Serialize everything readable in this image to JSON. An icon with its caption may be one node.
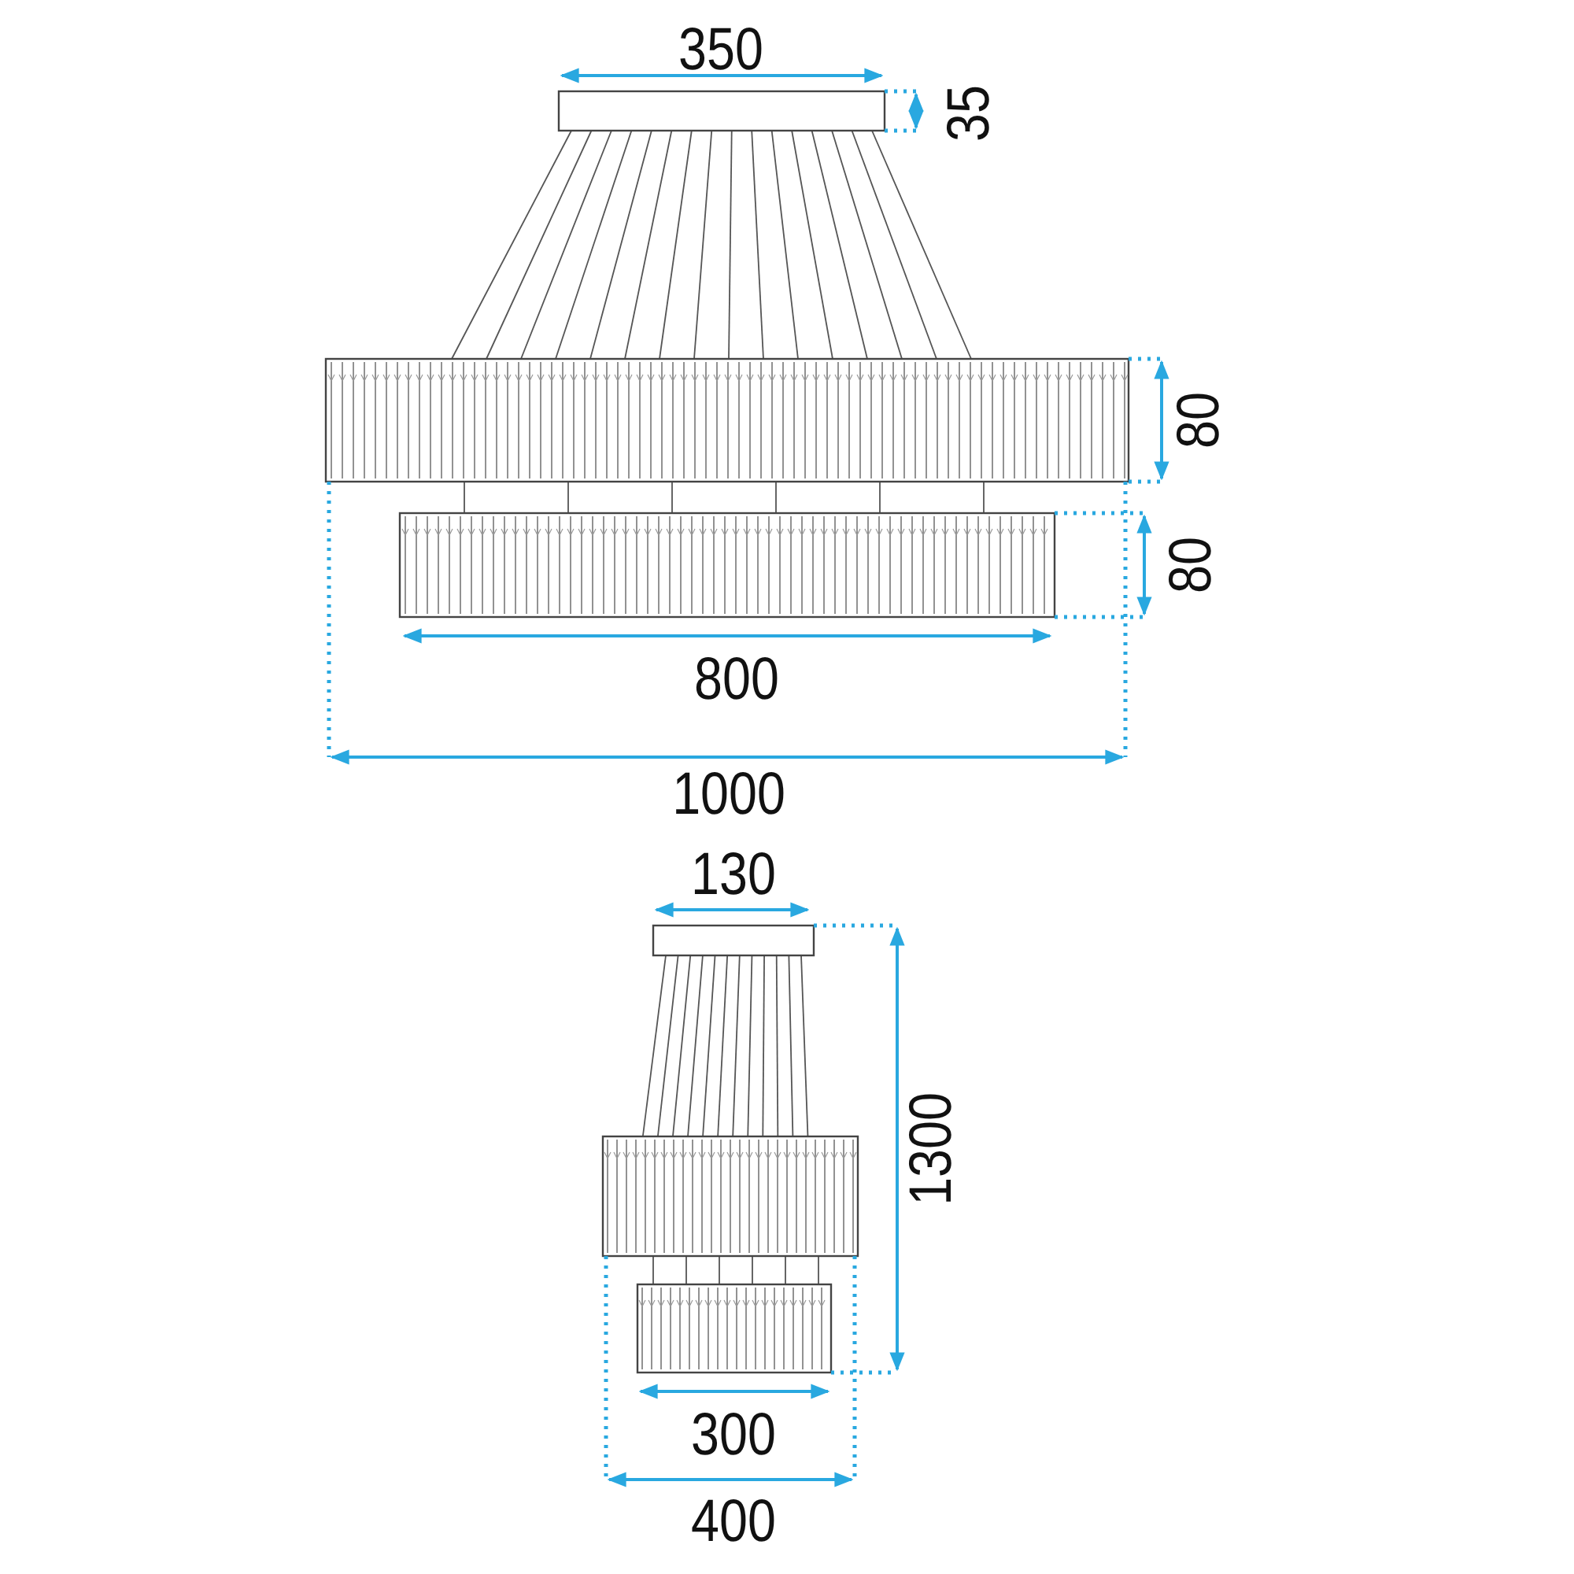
{
  "diagram": {
    "labels": [
      "350",
      "35",
      "80",
      "80",
      "800",
      "1000",
      "130",
      "1300",
      "300",
      "400"
    ]
  }
}
